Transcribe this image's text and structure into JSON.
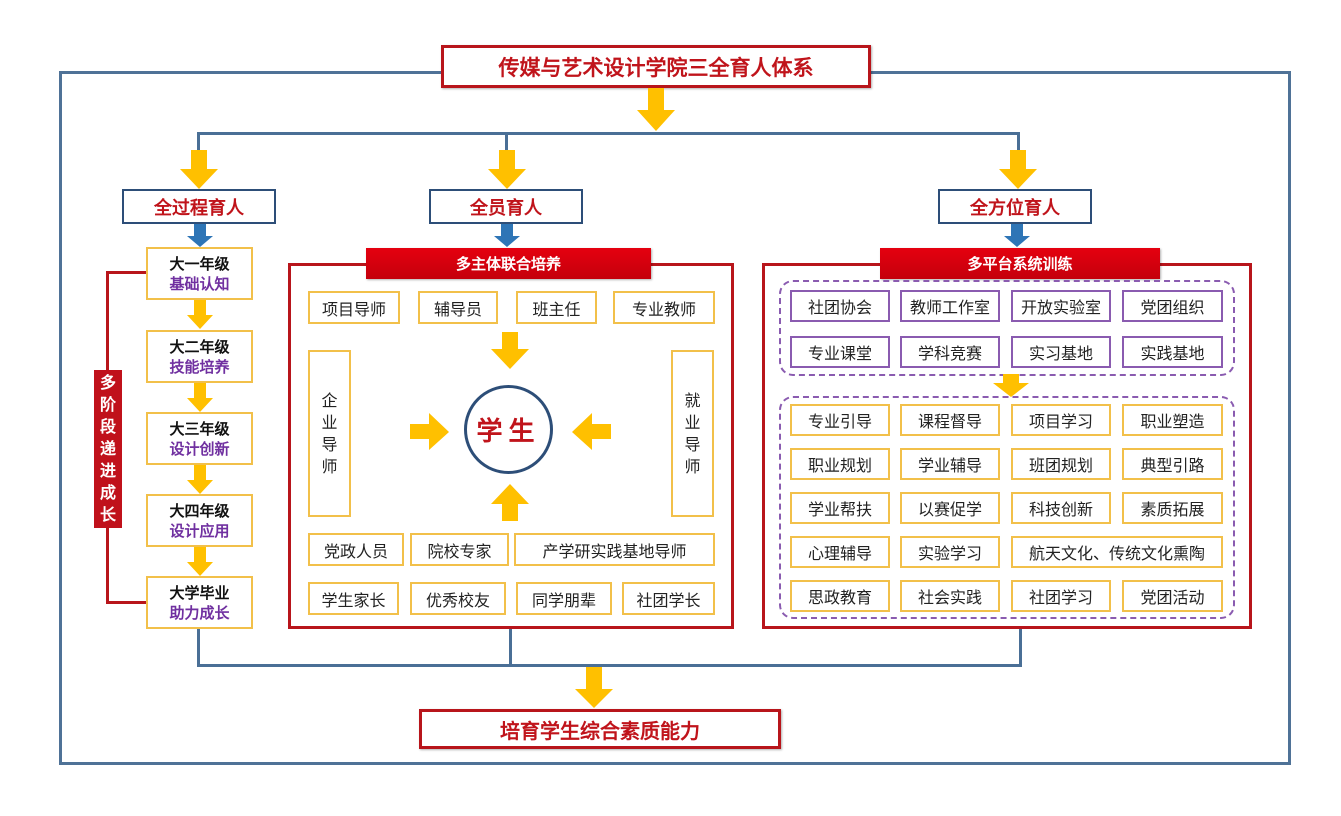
{
  "title": "传媒与艺术设计学院三全育人体系",
  "pillars": {
    "process": "全过程育人",
    "all_staff": "全员育人",
    "all_round": "全方位育人"
  },
  "stages": [
    {
      "grade": "大一年级",
      "stage": "基础认知"
    },
    {
      "grade": "大二年级",
      "stage": "技能培养"
    },
    {
      "grade": "大三年级",
      "stage": "设计创新"
    },
    {
      "grade": "大四年级",
      "stage": "设计应用"
    },
    {
      "grade": "大学毕业",
      "stage": "助力成长"
    }
  ],
  "stage_badge": [
    "多",
    "阶",
    "段",
    "递",
    "进",
    "成",
    "长"
  ],
  "middle": {
    "banner": "多主体联合培养",
    "top_row": [
      "项目导师",
      "辅导员",
      "班主任",
      "专业教师"
    ],
    "left_vertical": [
      "企",
      "业",
      "导",
      "师"
    ],
    "right_vertical": [
      "就",
      "业",
      "导",
      "师"
    ],
    "center": "学生",
    "row3": [
      "党政人员",
      "院校专家",
      "产学研实践基地导师"
    ],
    "row4": [
      "学生家长",
      "优秀校友",
      "同学朋辈",
      "社团学长"
    ]
  },
  "right": {
    "banner": "多平台系统训练",
    "platforms": [
      [
        "社团协会",
        "教师工作室",
        "开放实验室",
        "党团组织"
      ],
      [
        "专业课堂",
        "学科竞赛",
        "实习基地",
        "实践基地"
      ]
    ],
    "trainings": [
      [
        "专业引导",
        "课程督导",
        "项目学习",
        "职业塑造"
      ],
      [
        "职业规划",
        "学业辅导",
        "班团规划",
        "典型引路"
      ],
      [
        "学业帮扶",
        "以赛促学",
        "科技创新",
        "素质拓展"
      ],
      [
        "心理辅导",
        "实验学习",
        "航天文化、传统文化熏陶"
      ],
      [
        "思政教育",
        "社会实践",
        "社团学习",
        "党团活动"
      ]
    ]
  },
  "result": "培育学生综合素质能力",
  "colors": {
    "frame_blue": "#4f7297",
    "red": "#c0141b",
    "arrow_yellow": "#ffc000",
    "arrow_blue": "#2e75b6",
    "box_yellow": "#f2c04a",
    "purple": "#7030a0"
  }
}
